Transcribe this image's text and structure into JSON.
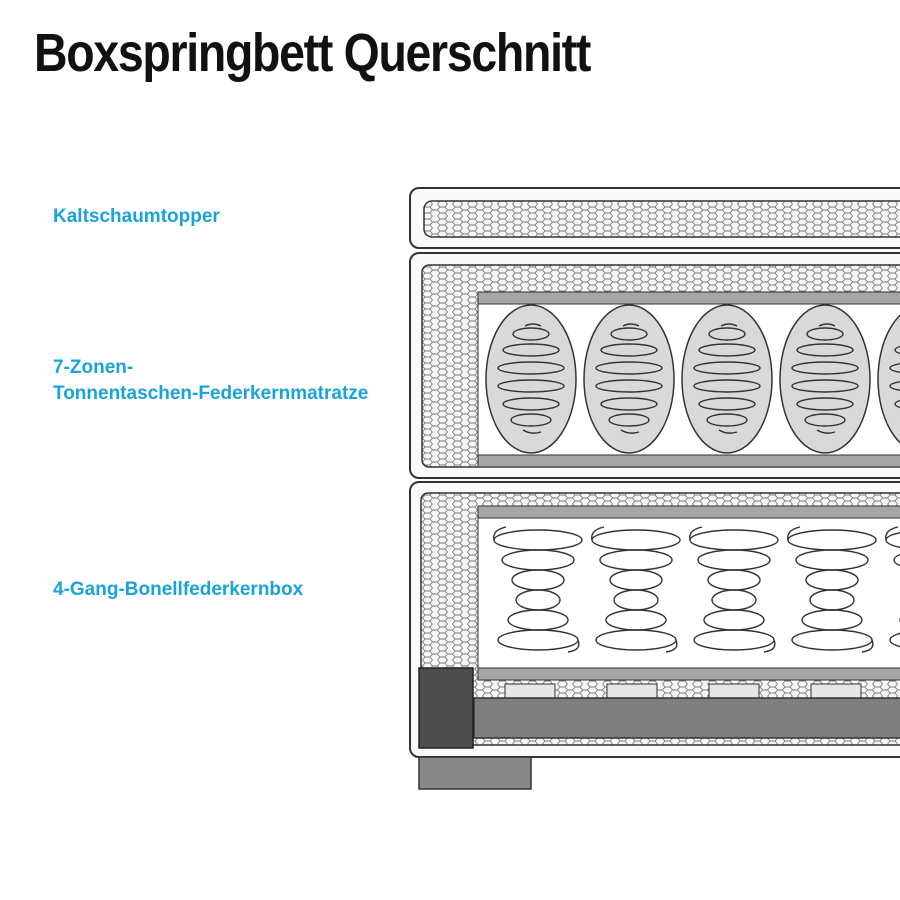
{
  "title": "Boxspringbett Querschnitt",
  "label_color": "#19a3dc",
  "labels": {
    "topper": "Kaltschaumtopper",
    "mattress_line1": "7-Zonen-",
    "mattress_line2": "Tonnentaschen-Federkernmatratze",
    "box": "4-Gang-Bonellfederkernbox"
  },
  "colors": {
    "outline": "#333333",
    "foam_fill": "#f4f4f4",
    "pocket_fill": "#d9d9d9",
    "plate": "#a6a6a6",
    "base_bar": "#7f7f7f",
    "frame_post": "#4d4d4d",
    "foot": "#888888"
  },
  "diagram": {
    "pocket_spring_count": 5,
    "bonnell_spring_count": 5,
    "slat_count": 4
  }
}
